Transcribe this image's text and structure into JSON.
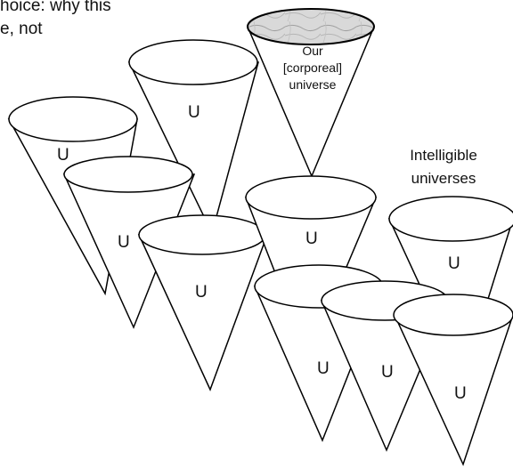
{
  "caption": {
    "lines": [
      "hoice: why this",
      "e, not"
    ]
  },
  "our_universe": {
    "lines": [
      "Our",
      "[corporeal]",
      "universe"
    ]
  },
  "intelligible": {
    "lines": [
      "Intelligible",
      "universes"
    ]
  },
  "cone_label": "U",
  "colors": {
    "stroke": "#000000",
    "fill": "#ffffff",
    "marble_base": "#d8d8d8",
    "marble_vein": "#9a9a9a"
  }
}
